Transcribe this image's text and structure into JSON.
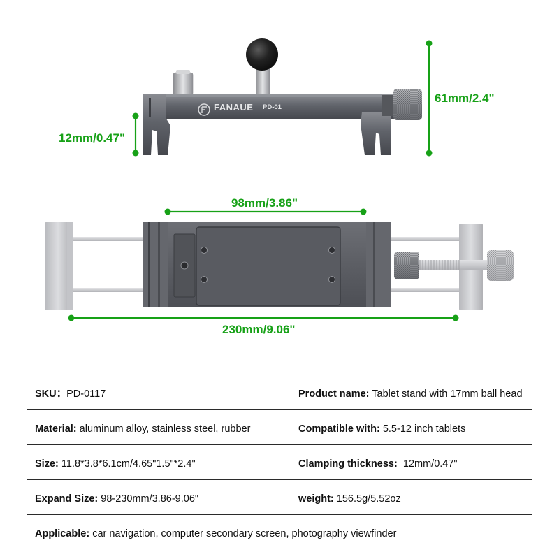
{
  "dimensions": {
    "height": "61mm/2.4\"",
    "clamp_thickness": "12mm/0.47\"",
    "min_width": "98mm/3.86\"",
    "max_width": "230mm/9.06\""
  },
  "product": {
    "brand": "FANAUE",
    "model": "PD-01"
  },
  "colors": {
    "dimension_green": "#17a117",
    "body_dark": "#5f6167",
    "arm_light": "#c9cacd",
    "ball": "#1b1b1b"
  },
  "specs": {
    "rows": [
      [
        {
          "label": "SKU：",
          "value": "PD-0117"
        },
        {
          "label": "Product name:",
          "value": "Tablet stand with 17mm ball head"
        }
      ],
      [
        {
          "label": "Material:",
          "value": "aluminum alloy, stainless steel, rubber"
        },
        {
          "label": "Compatible with:",
          "value": "5.5-12 inch tablets"
        }
      ],
      [
        {
          "label": "Size:",
          "value": "11.8*3.8*6.1cm/4.65\"1.5\"*2.4\""
        },
        {
          "label": "Clamping thickness:",
          "value": "12mm/0.47\""
        }
      ],
      [
        {
          "label": "Expand Size:",
          "value": "98-230mm/3.86-9.06\""
        },
        {
          "label": "weight:",
          "value": "156.5g/5.52oz"
        }
      ],
      [
        {
          "label": "Applicable:",
          "value": "car navigation, computer secondary screen, photography viewfinder"
        }
      ]
    ]
  }
}
